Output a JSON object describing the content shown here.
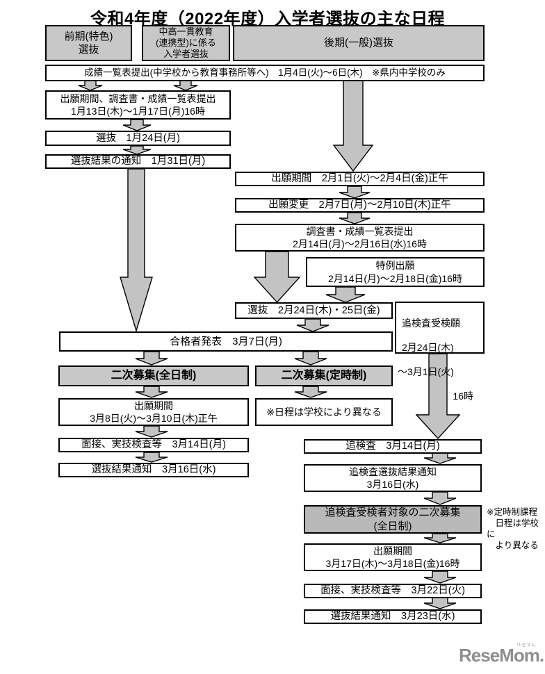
{
  "title": "令和4年度（2022年度）入学者選抜の主な日程",
  "colors": {
    "box_gray": "#c8c8c8",
    "dark_gray": "#b9b9b9",
    "arrow_gray": "#c3c3c3",
    "border": "#000000",
    "logo_gray": "#8f8f8f"
  },
  "headers": {
    "zenki": "前期(特色)\n選抜",
    "chuko": "中高一貫教育\n(連携型)に係る\n入学者選抜",
    "koki": "後期(一般)選抜"
  },
  "common": {
    "seiseki": "成績一覧表提出(中学校から教育事務所等へ)　1月4日(火)～6日(木)　※県内中学校のみ",
    "gokaku": "合格者発表　3月7日(月)"
  },
  "zenki": {
    "app": "出願期間、調査書・成績一覧表提出\n1月13日(木)～1月17日(月)16時",
    "senbatsu": "選抜　1月24日(月)",
    "kekka": "選抜結果の通知　1月31日(月)"
  },
  "koki": {
    "app": "出願期間　2月1日(火)～2月4日(金)正午",
    "henko": "出願変更　2月7日(月)～2月10日(木)正午",
    "chosa": "調査書・成績一覧表提出\n2月14日(月)～2月16日(水)16時",
    "tokurei": "特例出願\n2月14日(月)～2月18日(金)16時",
    "senbatsu": "選抜　2月24日(木)・25日(金)"
  },
  "niji": {
    "zennichi": "二次募集(全日制)",
    "teiji": "二次募集(定時制)",
    "app": "出願期間\n3月8日(火)～3月10日(木)正午",
    "teiji_note": "※日程は学校により異なる",
    "mensetsu": "面接、実技検査等　3月14日(月)",
    "kekka": "選抜結果通知　3月16日(水)"
  },
  "tsuikensa": {
    "gan": [
      "追検査受検願",
      "2月24日(木)",
      "～3月1日(火)",
      "16時"
    ],
    "kensa": "追検査　3月14日(月)",
    "kekka": "追検査選抜結果通知\n3月16日(水)",
    "niji": "追検査受検者対象の二次募集\n(全日制)",
    "note": "※定時制課程\n　日程は学校に\n　より異なる",
    "app": "出願期間\n3月17日(木)～3月18日(金)16時",
    "mensetsu": "面接、実技検査等　3月22日(火)",
    "kekka2": "選抜結果通知　3月23日(水)"
  },
  "logo": {
    "text": "ReseMom.",
    "ruby": "リセマム"
  }
}
